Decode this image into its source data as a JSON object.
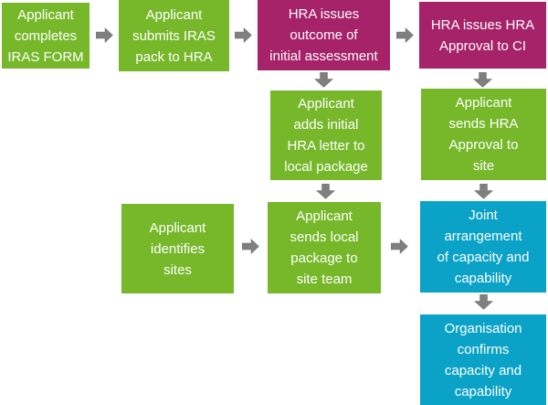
{
  "colors": {
    "green": "#76b82a",
    "magenta": "#a62269",
    "cyan": "#0ba2c7",
    "arrow": "#7f7f7f",
    "text": "#ffffff"
  },
  "flowchart": {
    "boxes": [
      {
        "id": "applicant-completes-iras-form",
        "color": "green",
        "label": "Applicant\ncompletes\nIRAS FORM"
      },
      {
        "id": "applicant-submits-iras-pack",
        "color": "green",
        "label": "Applicant\nsubmits IRAS\npack to HRA"
      },
      {
        "id": "hra-issues-outcome",
        "color": "magenta",
        "label": "HRA issues\noutcome of\ninitial assessment"
      },
      {
        "id": "hra-issues-approval-to-ci",
        "color": "magenta",
        "label": "HRA issues HRA\nApproval to CI"
      },
      {
        "id": "applicant-adds-initial-hra-letter",
        "color": "green",
        "label": "Applicant\nadds initial\nHRA letter to\nlocal package"
      },
      {
        "id": "applicant-sends-hra-approval",
        "color": "green",
        "label": "Applicant\nsends HRA\nApproval to\nsite"
      },
      {
        "id": "applicant-identifies-sites",
        "color": "green",
        "label": "Applicant\nidentifies\nsites"
      },
      {
        "id": "applicant-sends-local-package",
        "color": "green",
        "label": "Applicant\nsends local\npackage to\nsite team"
      },
      {
        "id": "joint-arrangement",
        "color": "cyan",
        "label": "Joint\narrangement\nof capacity and\ncapability"
      },
      {
        "id": "organisation-confirms",
        "color": "cyan",
        "label": "Organisation\nconfirms\ncapacity and\ncapability"
      }
    ],
    "connectors": [
      {
        "from": "applicant-completes-iras-form",
        "to": "applicant-submits-iras-pack",
        "direction": "right"
      },
      {
        "from": "applicant-submits-iras-pack",
        "to": "hra-issues-outcome",
        "direction": "right"
      },
      {
        "from": "hra-issues-outcome",
        "to": "hra-issues-approval-to-ci",
        "direction": "right"
      },
      {
        "from": "hra-issues-outcome",
        "to": "applicant-adds-initial-hra-letter",
        "direction": "down"
      },
      {
        "from": "hra-issues-approval-to-ci",
        "to": "applicant-sends-hra-approval",
        "direction": "down"
      },
      {
        "from": "applicant-adds-initial-hra-letter",
        "to": "applicant-sends-local-package",
        "direction": "down"
      },
      {
        "from": "applicant-sends-hra-approval",
        "to": "joint-arrangement",
        "direction": "down"
      },
      {
        "from": "applicant-identifies-sites",
        "to": "applicant-sends-local-package",
        "direction": "right"
      },
      {
        "from": "applicant-sends-local-package",
        "to": "joint-arrangement",
        "direction": "right"
      },
      {
        "from": "joint-arrangement",
        "to": "organisation-confirms",
        "direction": "down"
      }
    ]
  }
}
